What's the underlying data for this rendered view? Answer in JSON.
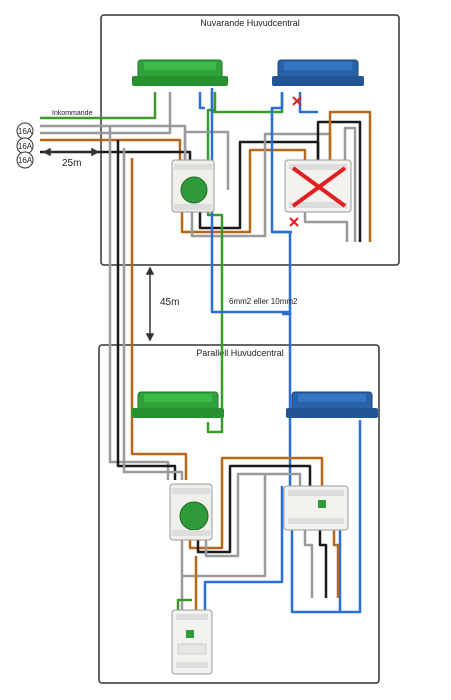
{
  "panels": {
    "existing_title": "Nuvarande Huvudcentral",
    "parallel_title": "Parallell Huvudcentral"
  },
  "labels": {
    "incoming": "Inkommande",
    "distance_short": "25m",
    "distance_long": "45m",
    "cable_size": "6mm2 eller 10mm2"
  },
  "fuses": [
    "16A",
    "16A",
    "16A"
  ],
  "colors": {
    "brown": "#b8661a",
    "black": "#1a1a1a",
    "grey": "#9a9a9a",
    "blue": "#2a6fd6",
    "green": "#3a9a2a",
    "terminal_green": "#2fa33a",
    "terminal_blue": "#2a62a8",
    "cross_red": "#e02020"
  }
}
